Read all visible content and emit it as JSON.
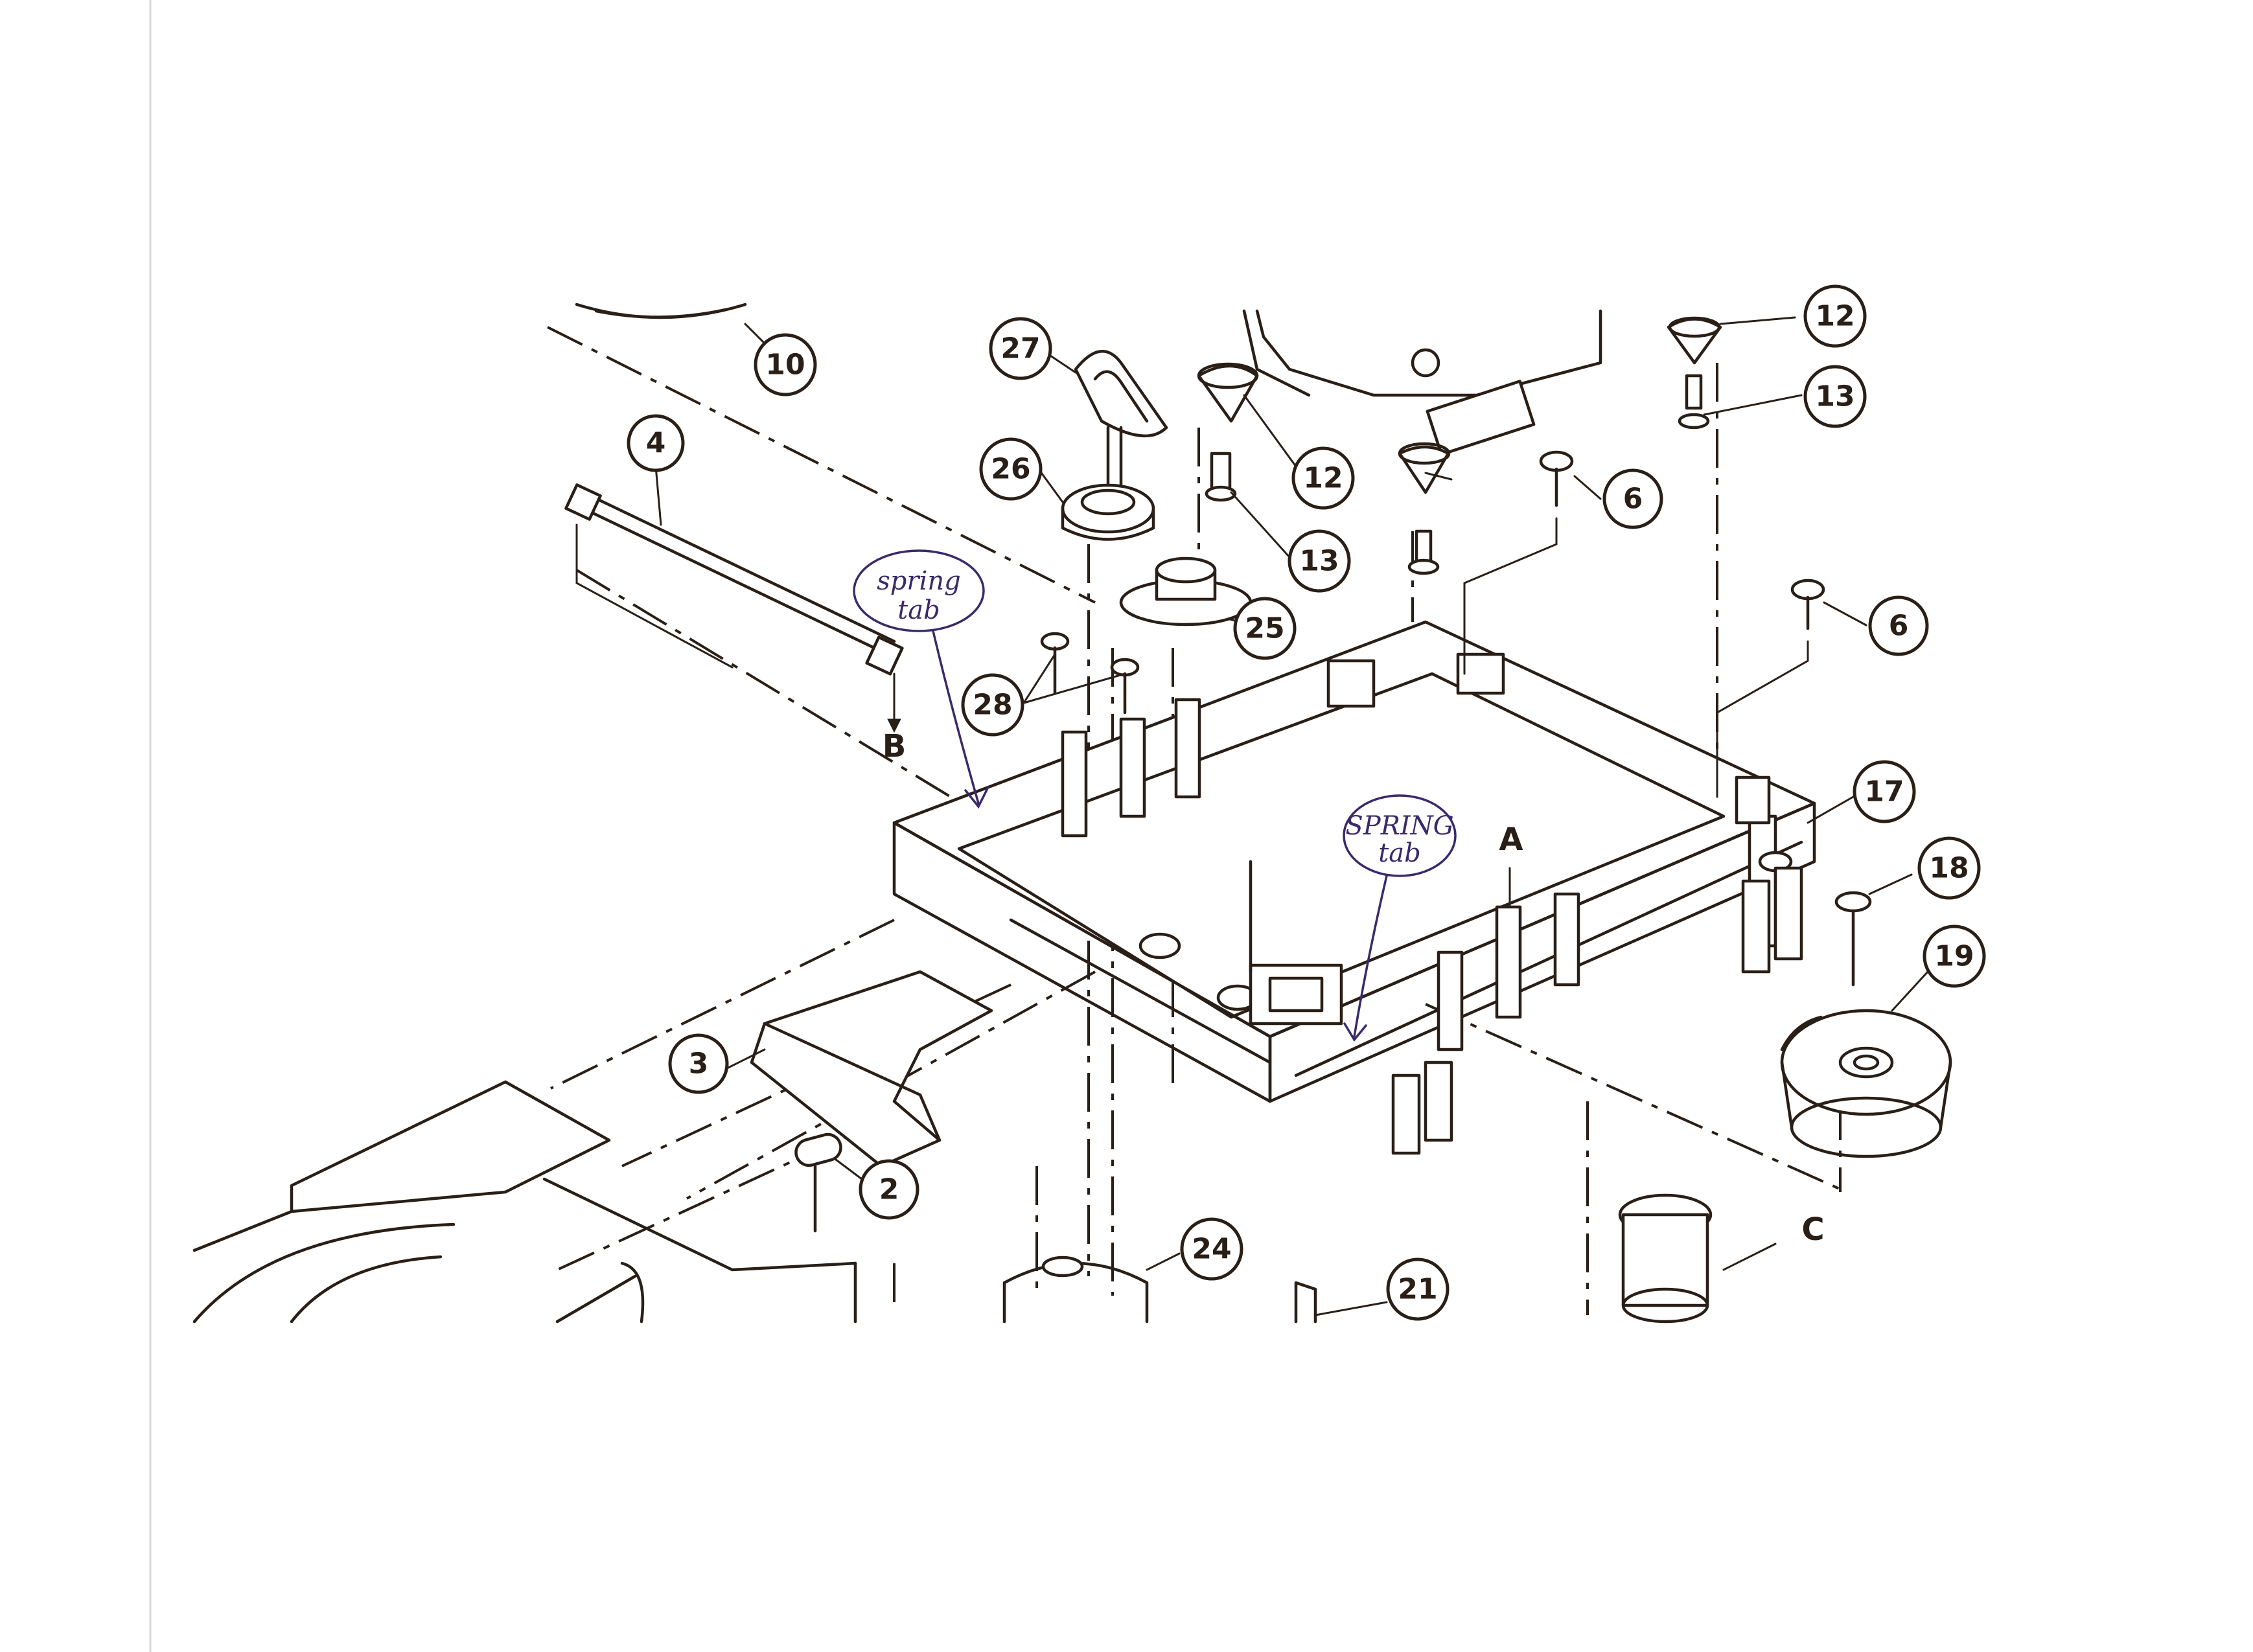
{
  "diagram": {
    "callouts": [
      {
        "id": "c10",
        "label": "10"
      },
      {
        "id": "c4",
        "label": "4"
      },
      {
        "id": "c27",
        "label": "27"
      },
      {
        "id": "c26",
        "label": "26"
      },
      {
        "id": "c25",
        "label": "25"
      },
      {
        "id": "c28",
        "label": "28"
      },
      {
        "id": "c12a",
        "label": "12"
      },
      {
        "id": "c12b",
        "label": "12"
      },
      {
        "id": "c13a",
        "label": "13"
      },
      {
        "id": "c13b",
        "label": "13"
      },
      {
        "id": "c6a",
        "label": "6"
      },
      {
        "id": "c6b",
        "label": "6"
      },
      {
        "id": "c17",
        "label": "17"
      },
      {
        "id": "c18",
        "label": "18"
      },
      {
        "id": "c19",
        "label": "19"
      },
      {
        "id": "c3",
        "label": "3"
      },
      {
        "id": "c2",
        "label": "2"
      },
      {
        "id": "c24",
        "label": "24"
      },
      {
        "id": "c21",
        "label": "21"
      }
    ],
    "letters": [
      {
        "id": "lA",
        "label": "A"
      },
      {
        "id": "lB",
        "label": "B"
      },
      {
        "id": "lC",
        "label": "C"
      }
    ],
    "annotations": [
      {
        "id": "h1",
        "line1": "spring",
        "line2": "tab"
      },
      {
        "id": "h2",
        "line1": "SPRING",
        "line2": "tab"
      }
    ],
    "colors": {
      "ink": "#2a1f17",
      "handwriting": "#3a2a6a",
      "paper": "#ffffff"
    }
  }
}
